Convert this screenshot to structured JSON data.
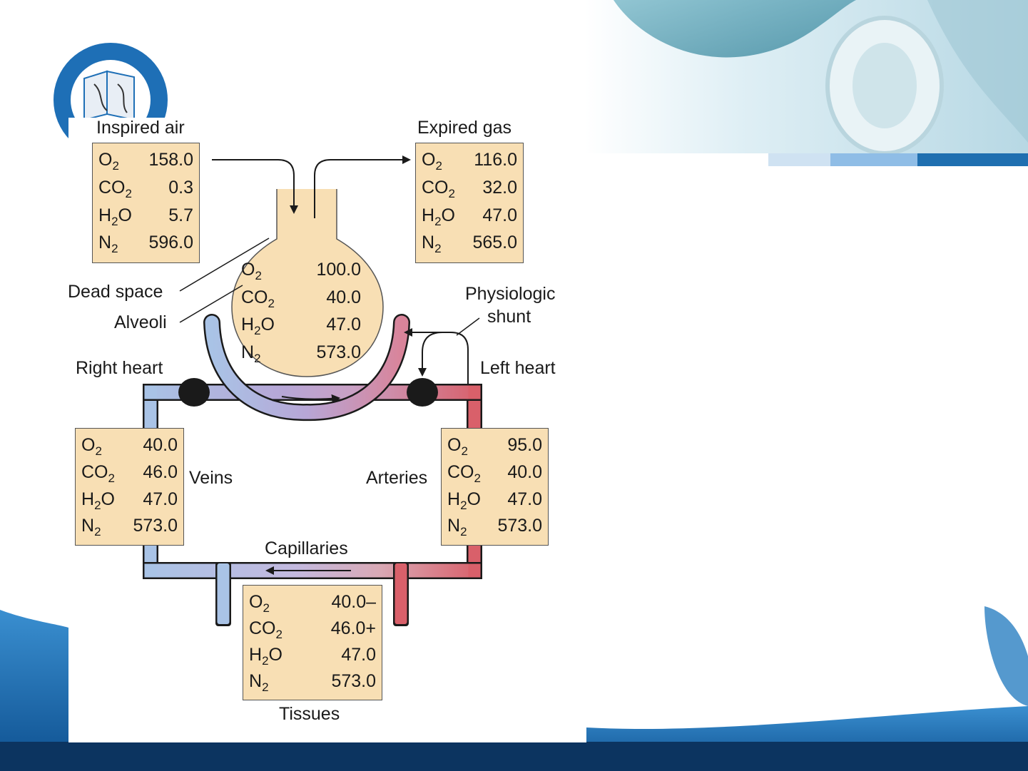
{
  "labels": {
    "inspired": "Inspired air",
    "expired": "Expired gas",
    "dead_space": "Dead space",
    "alveoli": "Alveoli",
    "shunt_line1": "Physiologic",
    "shunt_line2": "shunt",
    "right_heart": "Right heart",
    "left_heart": "Left heart",
    "veins": "Veins",
    "arteries": "Arteries",
    "capillaries": "Capillaries",
    "tissues": "Tissues"
  },
  "gas_symbols": {
    "o2": {
      "base": "O",
      "sub": "2"
    },
    "co2": {
      "base": "CO",
      "sub": "2"
    },
    "h2o": {
      "base": "H",
      "sub": "2",
      "tail": "O"
    },
    "n2": {
      "base": "N",
      "sub": "2"
    }
  },
  "tables": {
    "inspired": {
      "o2": "158.0",
      "co2": "0.3",
      "h2o": "5.7",
      "n2": "596.0"
    },
    "expired": {
      "o2": "116.0",
      "co2": "32.0",
      "h2o": "47.0",
      "n2": "565.0"
    },
    "alveoli": {
      "o2": "100.0",
      "co2": "40.0",
      "h2o": "47.0",
      "n2": "573.0"
    },
    "veins": {
      "o2": "40.0",
      "co2": "46.0",
      "h2o": "47.0",
      "n2": "573.0"
    },
    "arteries": {
      "o2": "95.0",
      "co2": "40.0",
      "h2o": "47.0",
      "n2": "573.0"
    },
    "tissues": {
      "o2": "40.0–",
      "co2": "46.0+",
      "h2o": "47.0",
      "n2": "573.0"
    }
  },
  "colors": {
    "venous_blue": "#a9c3e6",
    "arterial_red": "#d9606a",
    "capillary_purple": "#b7a6d6",
    "table_fill": "#f8dfb4",
    "slide_blue": "#1f6fb0",
    "slide_navy": "#0c3460"
  }
}
